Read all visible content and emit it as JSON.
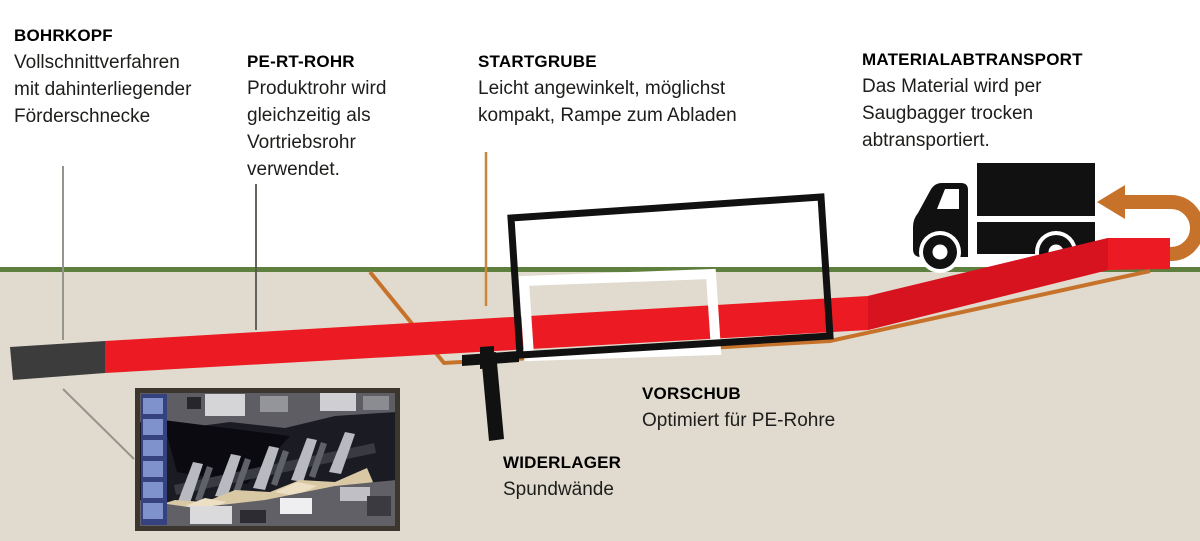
{
  "diagram_title": "Trenchless PE pipe jacking process diagram",
  "colors": {
    "red": "#ec1b23",
    "red_dark": "#d81320",
    "green": "#5e7f3d",
    "orange": "#c7722a",
    "orange_leader": "#cc853a",
    "ground": "#e0dbce",
    "black": "#111111",
    "gray_leader": "#95948d",
    "dark_leader": "#55544f",
    "drill_head": "#3d3c3c",
    "white": "#ffffff"
  },
  "labels": {
    "bohrkopf": {
      "title": "BOHRKOPF",
      "lines": [
        "Vollschnittverfahren",
        "mit dahinterliegender",
        "Förderschnecke"
      ]
    },
    "pe_rt_rohr": {
      "title": "PE-RT-ROHR",
      "lines": [
        "Produktrohr wird",
        "gleichzeitig als",
        "Vortriebsrohr",
        "verwendet."
      ]
    },
    "startgrube": {
      "title": "STARTGRUBE",
      "lines": [
        "Leicht angewinkelt, möglichst",
        "kompakt, Rampe zum Abladen"
      ]
    },
    "materialabtransport": {
      "title": "MATERIALABTRANSPORT",
      "lines": [
        "Das Material wird per",
        "Saugbagger trocken",
        "abtransportiert."
      ]
    },
    "vorschub": {
      "title": "VORSCHUB",
      "lines": [
        "Optimiert für PE-Rohre"
      ]
    },
    "widerlager": {
      "title": "WIDERLAGER",
      "lines": [
        "Spundwände"
      ]
    }
  },
  "icons": {
    "truck": "truck-icon",
    "u_turn_arrow": "u-turn-arrow-icon",
    "photo": "drill-head-cutaway-photo"
  }
}
